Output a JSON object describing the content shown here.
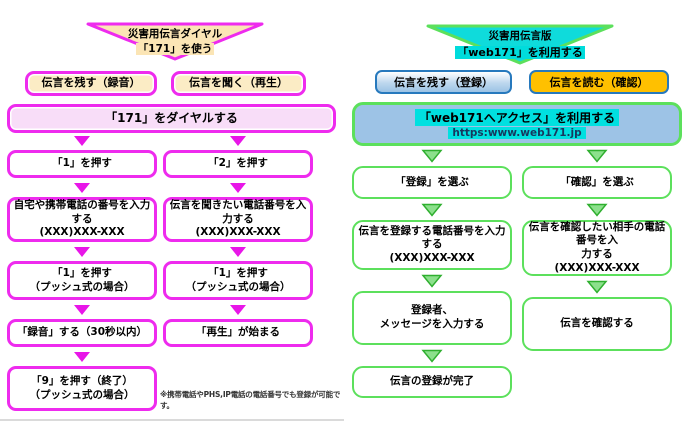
{
  "left": {
    "title_line1": "災害用伝言ダイヤル",
    "title_line2": "「171」を使う",
    "header_record": "伝言を残す（録音）",
    "header_play": "伝言を聞く（再生）",
    "dial_box": "「171」をダイヤルする",
    "record_steps": [
      "「1」を押す",
      "自宅や携帯電話の番号を入力する\n(XXX)XXX-XXX",
      "「1」を押す\n（プッシュ式の場合）",
      "「録音」する（30秒以内）",
      "「9」を押す（終了）\n（プッシュ式の場合）"
    ],
    "play_steps": [
      "「2」を押す",
      "伝言を聞きたい電話番号を入力する\n(XXX)XXX-XXX",
      "「1」を押す\n（プッシュ式の場合）",
      "「再生」が始まる"
    ],
    "note": "※携帯電話やPHS,IP電話の電話番号でも登録が可能です。"
  },
  "right": {
    "title_line1": "災害用伝言版",
    "title_line2": "「web171」を利用する",
    "header_register": "伝言を残す（登録）",
    "header_read": "伝言を読む（確認）",
    "access_line1": "「web171へアクセス」を利用する",
    "access_line2": "https:www.web171.jp",
    "register_steps": [
      "「登録」を選ぶ",
      "伝言を登録する電話番号を入力する\n(XXX)XXX-XXX",
      "登録者、\nメッセージを入力する",
      "伝言の登録が完了"
    ],
    "confirm_steps": [
      "「確認」を選ぶ",
      "伝言を確認したい相手の電話番号を入\n力する\n(XXX)XXX-XXX",
      "伝言を確認する"
    ]
  },
  "colors": {
    "magenta_border": "#EE2BEE",
    "magenta_arrow": "#E816E8",
    "cream_fill": "#FBECC5",
    "banner_cream": "#FBE5B5",
    "pink_fill": "#F8DDF8",
    "green_border": "#5CE05C",
    "green_arrow_fill": "#8CE08C",
    "green_arrow_stroke": "#2FAF2F",
    "cyan_fill": "#00DCDC",
    "blue_header_border": "#2779BD",
    "amber_fill": "#FFC000",
    "access_fill": "#9DC3E6",
    "highlight_cyan": "#00E0E0"
  }
}
